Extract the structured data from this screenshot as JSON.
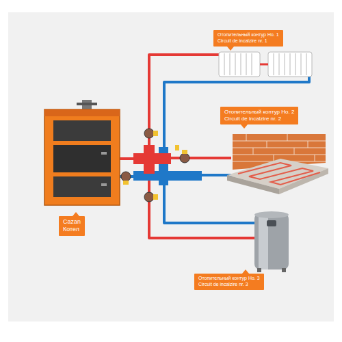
{
  "diagram": {
    "nodes": [
      {
        "text": [
          "Отопительный контур Но. 1",
          "Circuit de incalzire nr. 1"
        ]
      },
      {
        "text": [
          "Отопительный контур Но. 2",
          "Circuit de incalzire nr. 2"
        ]
      },
      {
        "text": [
          "Cazan",
          "Котел"
        ]
      },
      {
        "text": [
          "Отопительный контур Но. 3",
          "Circuit de incalzire nr. 3"
        ]
      }
    ]
  }
}
